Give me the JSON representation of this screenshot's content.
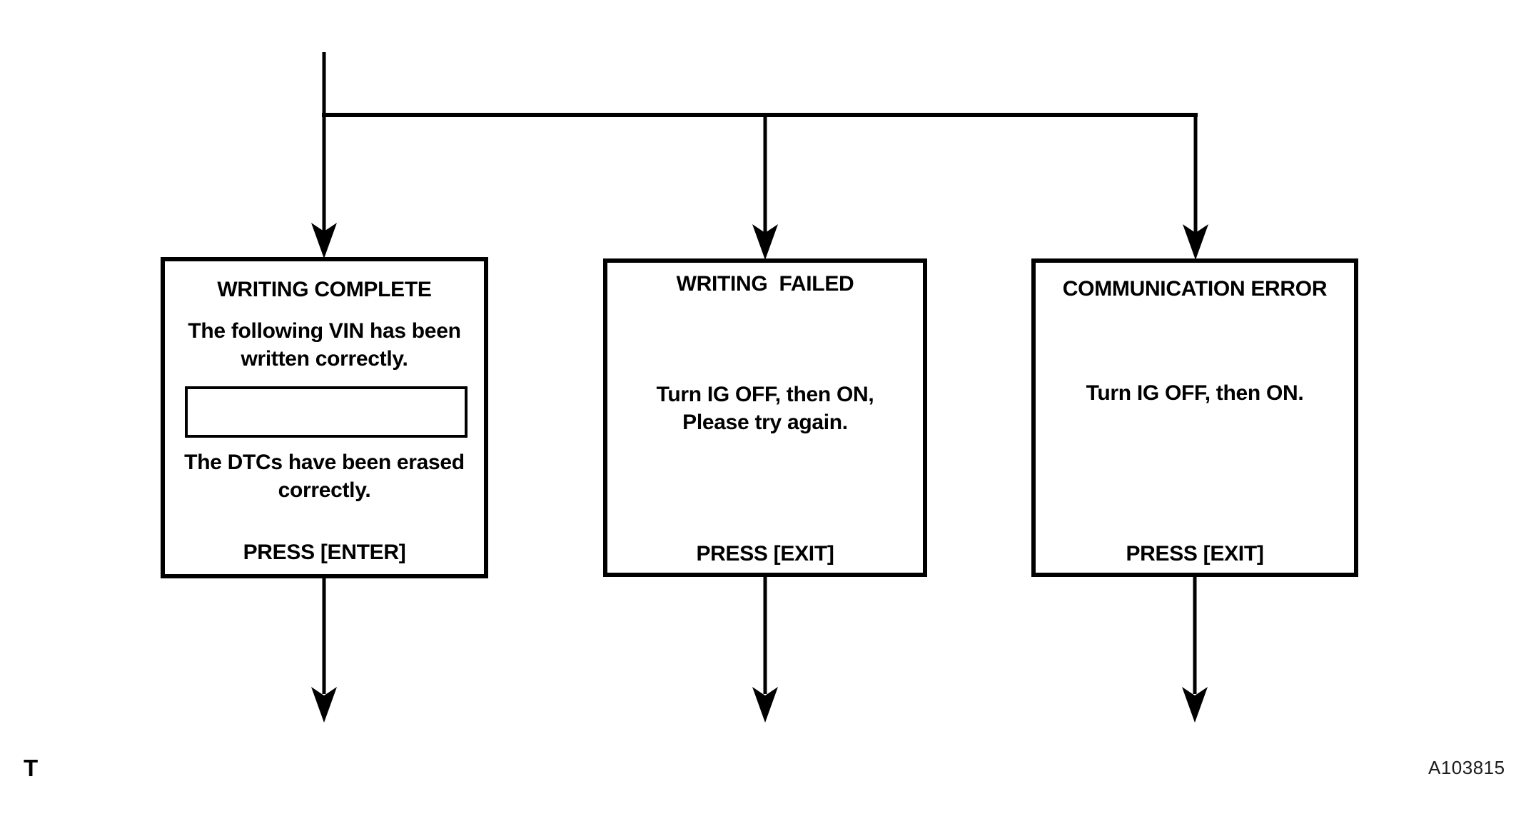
{
  "page": {
    "background_color": "#ffffff",
    "line_color": "#000000"
  },
  "boxes": {
    "writing_complete": {
      "title": "WRITING COMPLETE",
      "message_vin": "The following VIN has been\nwritten correctly.",
      "vin_field_value": "",
      "message_dtc": "The DTCs have been erased\ncorrectly.",
      "action": "PRESS [ENTER]"
    },
    "writing_failed": {
      "title": "WRITING  FAILED",
      "message": "Turn IG OFF, then ON,\nPlease try again.",
      "action": "PRESS [EXIT]"
    },
    "communication_error": {
      "title": "COMMUNICATION ERROR",
      "message": "Turn IG OFF, then ON.",
      "action": "PRESS [EXIT]"
    }
  },
  "annotations": {
    "page_marker": "T",
    "figure_code": "A103815"
  }
}
